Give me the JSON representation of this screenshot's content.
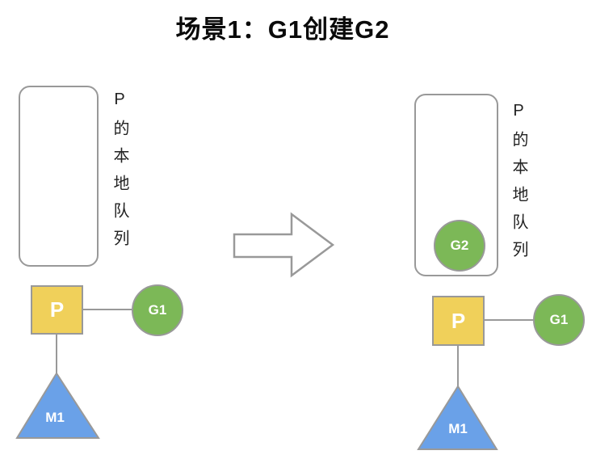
{
  "title": "场景1：G1创建G2",
  "colors": {
    "yellow": "#f0d05a",
    "green": "#7cb857",
    "blue": "#6aa1e8",
    "gray": "#999999",
    "ink": "#222222"
  },
  "before": {
    "queue_label": "P的本地队列",
    "p_label": "P",
    "g1_label": "G1",
    "m1_label": "M1"
  },
  "after": {
    "queue_label": "P的本地队列",
    "g2_label": "G2",
    "p_label": "P",
    "g1_label": "G1",
    "m1_label": "M1"
  }
}
